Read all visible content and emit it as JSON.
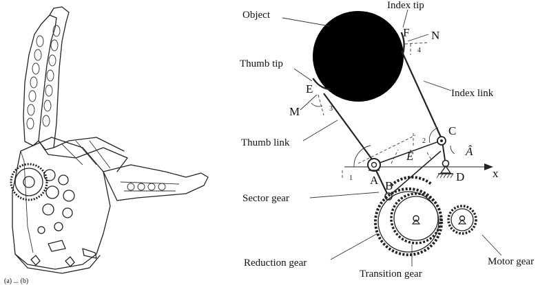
{
  "labels": {
    "object": "Object",
    "index_tip": "Index tip",
    "thumb_tip": "Thumb tip",
    "index_link": "Index link",
    "thumb_link": "Thumb link",
    "sector_gear": "Sector gear",
    "reduction_gear": "Reduction gear",
    "transition_gear": "Transition gear",
    "motor_gear": "Motor gear"
  },
  "points": {
    "A": "A",
    "B": "B",
    "C": "C",
    "D": "D",
    "E": "E",
    "F": "F",
    "M": "M",
    "N": "N",
    "x": "x"
  },
  "angles": {
    "a1": "1",
    "a2": "2",
    "a3": "3",
    "a4": "4",
    "e": "È",
    "a": "Â"
  },
  "caption_fragment": "(a) ... (b)"
}
